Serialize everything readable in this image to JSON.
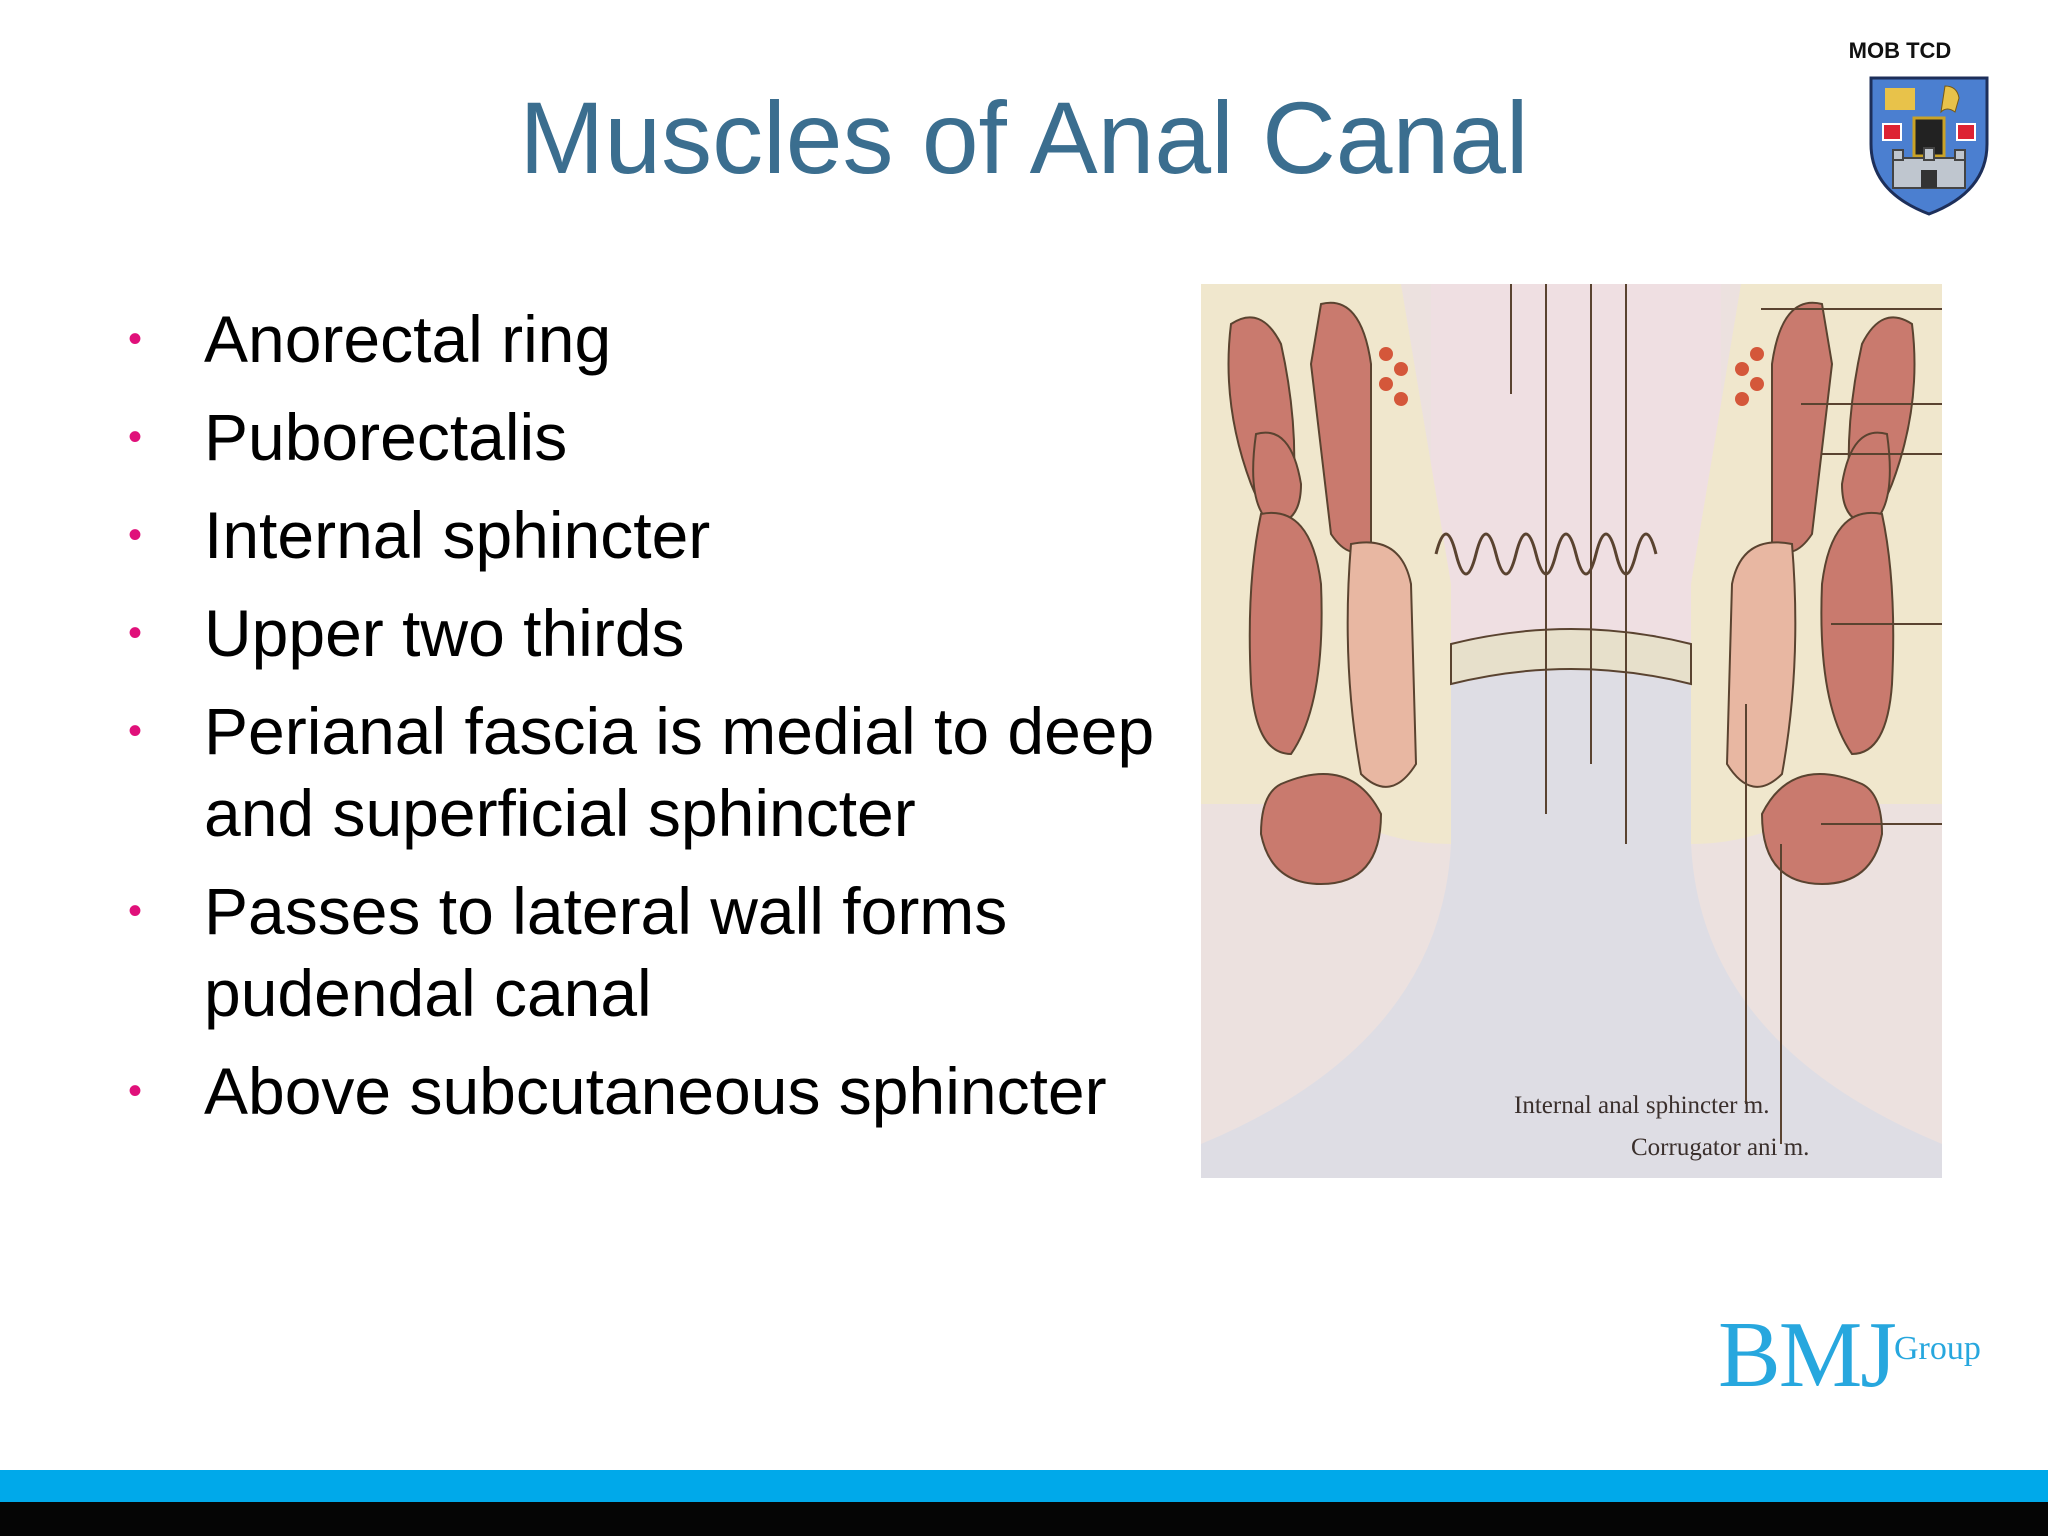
{
  "slide": {
    "title": "Muscles of Anal Canal",
    "header_label": "MOB TCD",
    "bullets": [
      "Anorectal ring",
      "Puborectalis",
      "Internal sphincter",
      "Upper two thirds",
      "Perianal fascia is medial to deep and superficial sphincter",
      "Passes to lateral wall forms pudendal canal",
      "Above subcutaneous sphincter"
    ],
    "bullet_symbol": "•"
  },
  "figure": {
    "labels": {
      "internal_sphincter": "Internal anal sphincter m.",
      "corrugator": "Corrugator ani m."
    }
  },
  "logo": {
    "main": "BMJ",
    "sub": "Group"
  },
  "colors": {
    "title": "#3b6e8f",
    "bullet": "#e0107a",
    "footer_bar": "#00a9ea",
    "logo": "#27a7de",
    "muscle": "#c97a6e"
  },
  "icons": {
    "crest": "university-crest-icon"
  }
}
